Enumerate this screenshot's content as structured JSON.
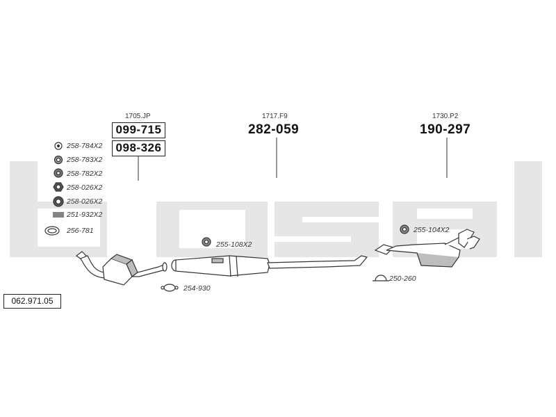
{
  "brand": {
    "watermark": "bosal",
    "watermark_color": "#e6e6e6"
  },
  "kit_number": "062.971.05",
  "sections": [
    {
      "ref": "1705.JP",
      "codes": [
        "099-715",
        "098-326"
      ]
    },
    {
      "ref": "1717.F9",
      "codes": [
        "282-059"
      ]
    },
    {
      "ref": "1730.P2",
      "codes": [
        "190-297"
      ]
    }
  ],
  "parts": {
    "p258_784": "258-784X2",
    "p258_783": "258-783X2",
    "p258_782": "258-782X2",
    "p258_026a": "258-026X2",
    "p258_026b": "258-026X2",
    "p251_932": "251-932X2",
    "p256_781": "256-781",
    "p255_108": "255-108X2",
    "p254_930": "254-930",
    "p255_104": "255-104X2",
    "p250_260": "250-260"
  },
  "colors": {
    "line": "#333333",
    "fill": "#ffffff",
    "shade": "#bdbdbd"
  }
}
